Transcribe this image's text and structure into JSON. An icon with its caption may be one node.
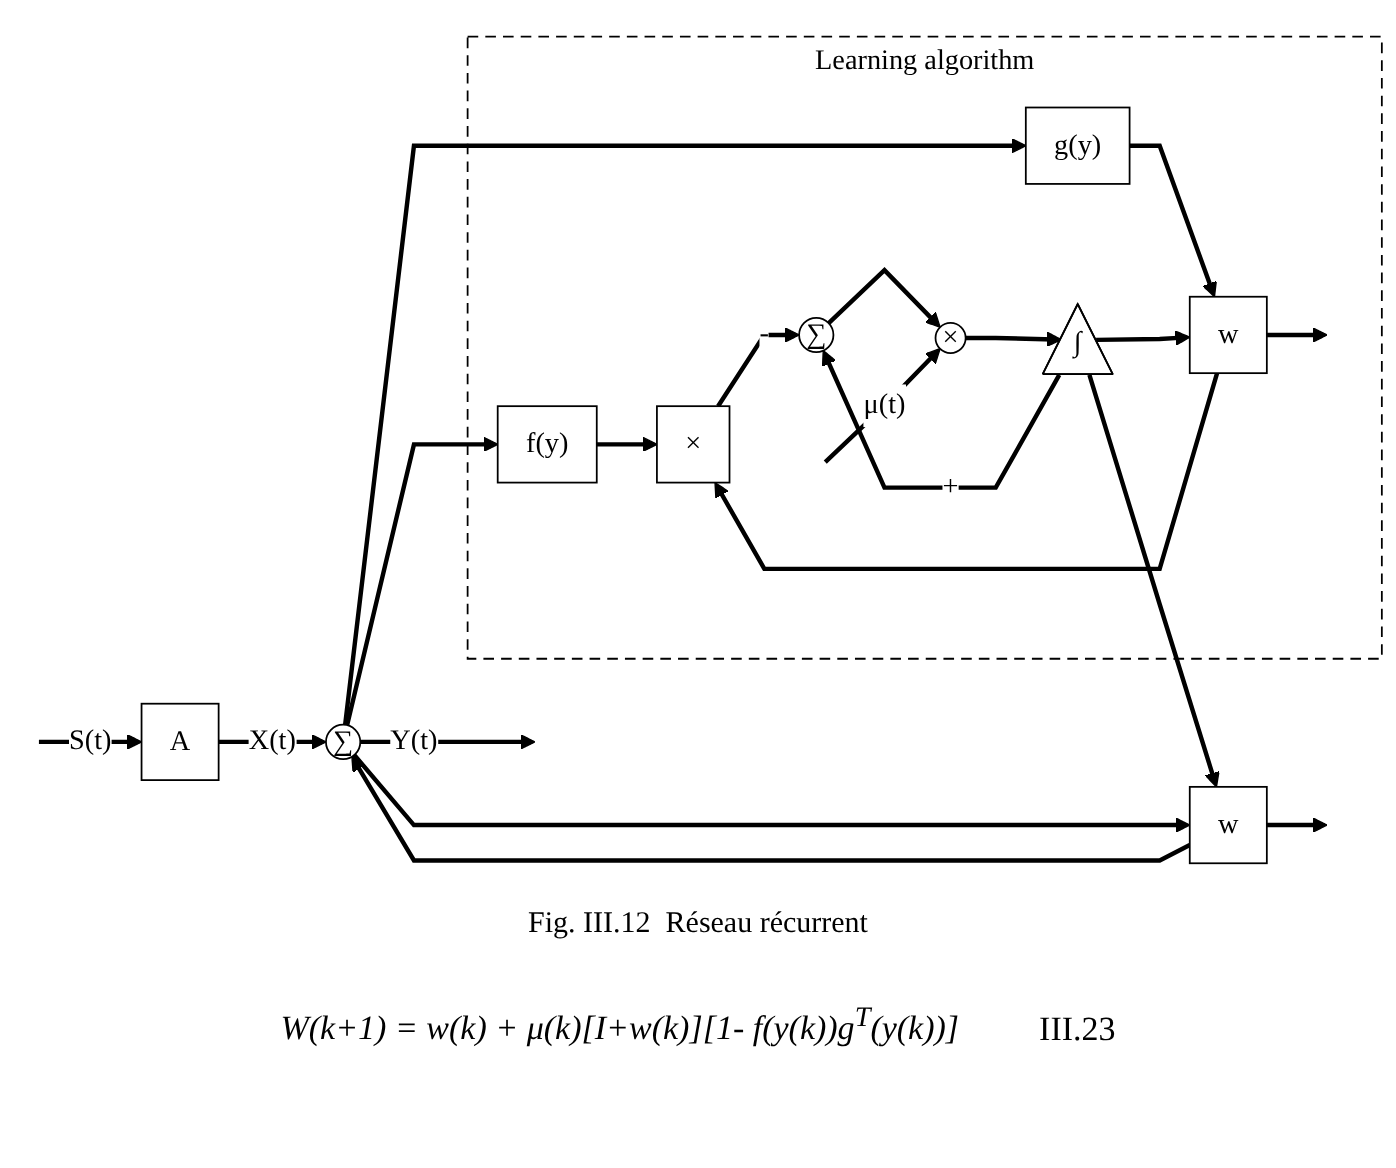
{
  "diagram": {
    "nodes": [
      {
        "text": [
          "A"
        ]
      },
      {
        "text": [
          "∑"
        ]
      },
      {
        "text": [
          "w"
        ]
      },
      {
        "text": [
          "Learning algorithm"
        ]
      },
      {
        "text": [
          "∫"
        ],
        "in": 3
      },
      {
        "text": [
          "×"
        ],
        "in": 3
      },
      {
        "text": [
          "∑"
        ],
        "in": 3
      },
      {
        "text": [
          "×"
        ],
        "in": 3
      },
      {
        "text": [
          "f(y)"
        ],
        "in": 3
      },
      {
        "text": [
          "w"
        ],
        "in": 3
      },
      {
        "text": [
          "g(y)"
        ],
        "in": 3
      }
    ],
    "edges": [
      {
        "from": null,
        "to": 0,
        "arrow": "to",
        "label": "S(t)"
      },
      {
        "from": 0,
        "to": 1,
        "arrow": "to",
        "label": "X(t)"
      },
      {
        "from": 1,
        "to": null,
        "arrow": "to",
        "label": "Y(t)"
      },
      {
        "from": 1,
        "to": 2,
        "arrow": "to"
      },
      {
        "from": 2,
        "to": 1,
        "arrow": "to"
      },
      {
        "from": 2,
        "to": null,
        "arrow": "to"
      },
      {
        "from": 4,
        "to": 2,
        "arrow": "to"
      },
      {
        "from": 1,
        "to": 8,
        "arrow": "to"
      },
      {
        "from": 1,
        "to": 10,
        "arrow": "to"
      },
      {
        "from": 8,
        "to": 7,
        "arrow": "to"
      },
      {
        "from": 7,
        "to": 6,
        "arrow": "to",
        "label": "-"
      },
      {
        "from": 6,
        "to": 5,
        "arrow": "to"
      },
      {
        "from": 5,
        "to": 4,
        "arrow": "to"
      },
      {
        "from": null,
        "to": 5,
        "arrow": "to",
        "label": "μ(t)"
      },
      {
        "from": 10,
        "to": 9,
        "arrow": "to"
      },
      {
        "from": 9,
        "to": 7,
        "arrow": "to"
      },
      {
        "from": 4,
        "to": 6,
        "arrow": "to",
        "label": "+"
      },
      {
        "from": 4,
        "to": 9,
        "arrow": "to"
      },
      {
        "from": 9,
        "to": null,
        "arrow": "to"
      }
    ],
    "caption": "Fig. III.12  Réseau récurrent",
    "labels": [
      "W(k+1) = w(k) + μ(k)[I+w(k)][1- f(y(k))g$^{T}$(y(k))]",
      "III.23"
    ]
  }
}
